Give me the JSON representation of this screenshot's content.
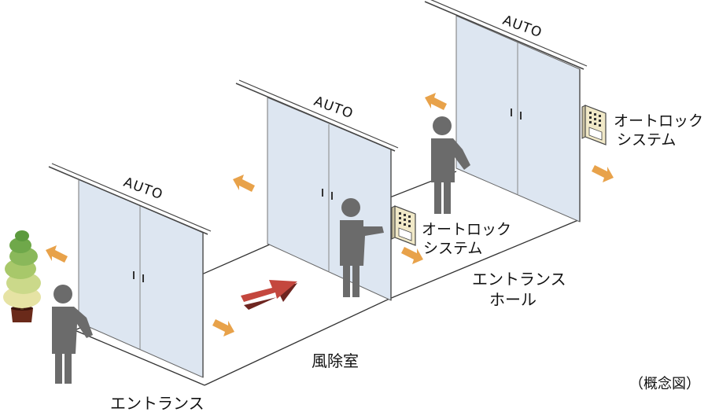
{
  "doors": [
    {
      "label": "AUTO"
    },
    {
      "label": "AUTO"
    },
    {
      "label": "AUTO"
    }
  ],
  "labels": {
    "entrance": "エントランス",
    "vestibule": "風除室",
    "hall_line1": "エントランス",
    "hall_line2": "ホール",
    "autolock1_line1": "オートロック",
    "autolock1_line2": "システム",
    "autolock2_line1": "オートロック",
    "autolock2_line2": "システム",
    "concept": "（概念図）"
  },
  "colors": {
    "glass": "#dde6f1",
    "frame": "#4a4a4a",
    "person": "#6b6b6b",
    "orange_arrow": "#e8a24a",
    "red_arrow": "#c4473e"
  }
}
